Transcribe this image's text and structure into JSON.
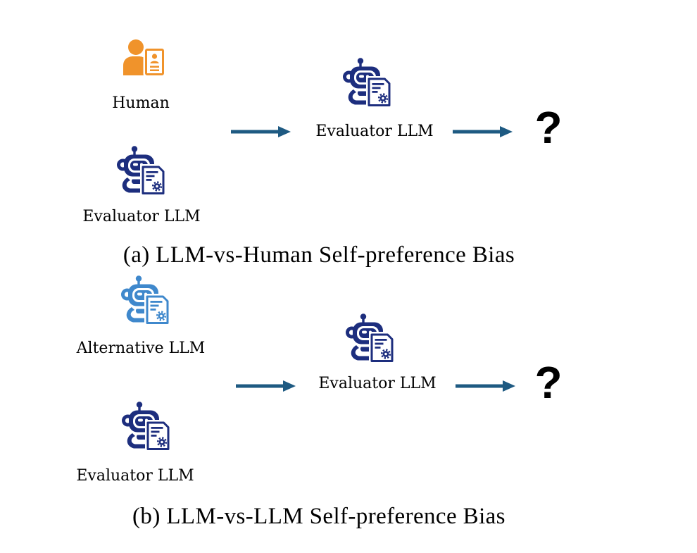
{
  "figure": {
    "panels": [
      {
        "inputs": [
          {
            "label": "Human",
            "icon": "human-icon"
          },
          {
            "label": "Evaluator LLM",
            "icon": "robot-icon"
          }
        ],
        "evaluator": {
          "label": "Evaluator LLM",
          "icon": "robot-icon"
        },
        "output": "?",
        "caption": "(a) LLM-vs-Human Self-preference Bias"
      },
      {
        "inputs": [
          {
            "label": "Alternative LLM",
            "icon": "robot-icon"
          },
          {
            "label": "Evaluator LLM",
            "icon": "robot-icon"
          }
        ],
        "evaluator": {
          "label": "Evaluator LLM",
          "icon": "robot-icon"
        },
        "output": "?",
        "caption": "(b) LLM-vs-LLM Self-preference Bias"
      }
    ]
  },
  "colors": {
    "human_icon": "#f0932b",
    "evaluator_icon": "#1d2e7e",
    "alternative_icon": "#3f88cc",
    "arrow": "#1e5a82",
    "output_mark": "#000000",
    "text": "#000000",
    "background": "#ffffff"
  }
}
